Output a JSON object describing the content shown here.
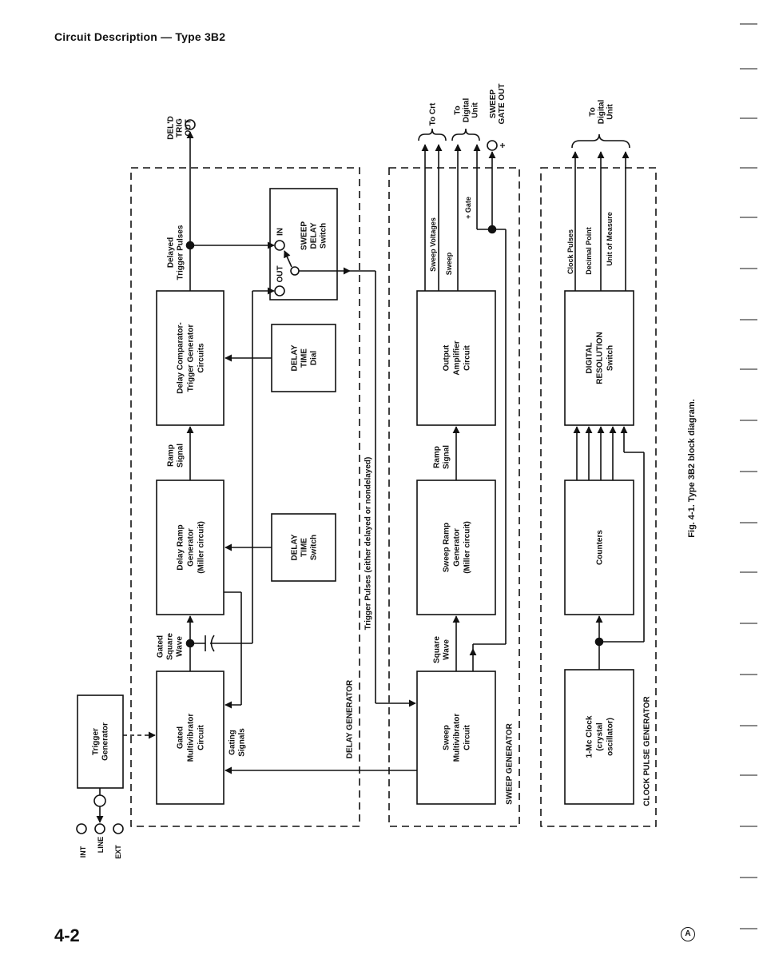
{
  "header": {
    "title": "Circuit Description — Type 3B2"
  },
  "page": {
    "number": "4-2",
    "publisher_mark": "A"
  },
  "caption": "Fig. 4-1. Type 3B2 block diagram.",
  "sections": {
    "delay": "DELAY GENERATOR",
    "sweep": "SWEEP GENERATOR",
    "clock": "CLOCK PULSE GENERATOR"
  },
  "blocks": {
    "trigger_generator": [
      "Trigger",
      "Generator"
    ],
    "gated_multivibrator": [
      "Gated",
      "Multivibrator",
      "Circuit"
    ],
    "delay_ramp_generator": [
      "Delay Ramp",
      "Generator",
      "(Miller circuit)"
    ],
    "delay_comparator": [
      "Delay Comparator-",
      "Trigger Generator",
      "Circuits"
    ],
    "delay_time_switch": [
      "DELAY",
      "TIME",
      "Switch"
    ],
    "delay_time_dial": [
      "DELAY",
      "TIME",
      "Dial"
    ],
    "sweep_delay_switch": [
      "SWEEP",
      "DELAY",
      "Switch"
    ],
    "sweep_multivibrator": [
      "Sweep",
      "Multivibrator",
      "Circuit"
    ],
    "sweep_ramp_generator": [
      "Sweep Ramp",
      "Generator",
      "(Miller circuit)"
    ],
    "output_amplifier": [
      "Output",
      "Amplifier",
      "Circuit"
    ],
    "clock": [
      "1-Mc Clock",
      "(crystal",
      "oscillator)"
    ],
    "counters": [
      "Counters"
    ],
    "digital_resolution": [
      "DIGITAL",
      "RESOLUTION",
      "Switch"
    ]
  },
  "labels": {
    "int": "INT",
    "line": "LINE",
    "ext": "EXT",
    "gating_signals": [
      "Gating",
      "Signals"
    ],
    "gated_square_wave": [
      "Gated",
      "Square",
      "Wave"
    ],
    "ramp_signal_delay": [
      "Ramp",
      "Signal"
    ],
    "delayed_trigger_pulses": [
      "Delayed",
      "Trigger Pulses"
    ],
    "dels_trig_out": [
      "DEL'D",
      "TRIG",
      "OUT"
    ],
    "switch_out": "OUT",
    "switch_in": "IN",
    "trigger_pulses": "Trigger Pulses (either delayed or nondelayed)",
    "square_wave": [
      "Square",
      "Wave"
    ],
    "ramp_signal_sweep": [
      "Ramp",
      "Signal"
    ],
    "sweep_voltages": "Sweep Voltages",
    "sweep": "Sweep",
    "gate": "+ Gate",
    "to_crt": "To Crt",
    "to_digital_unit_1": [
      "To",
      "Digital",
      "Unit"
    ],
    "sweep_gate_out": [
      "SWEEP",
      "GATE OUT"
    ],
    "plus": "+",
    "clock_pulses": "Clock Pulses",
    "decimal_point": "Decimal Point",
    "unit_of_measure": "Unit of Measure",
    "to_digital_unit_2": [
      "To",
      "Digital",
      "Unit"
    ]
  }
}
